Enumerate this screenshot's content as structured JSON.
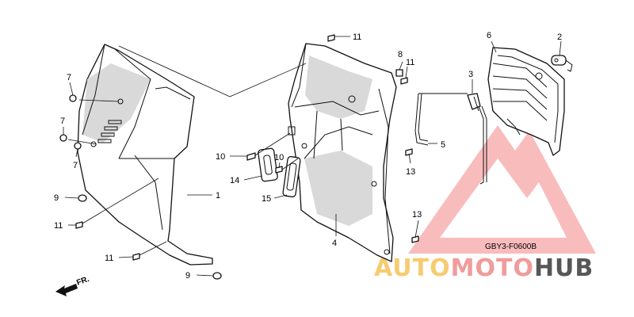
{
  "diagram": {
    "code": "GBY3-F0600B",
    "direction_label": "FR.",
    "watermark": {
      "part1": "AUTO",
      "part2": "MOTO",
      "part3": "HUB",
      "colors": {
        "auto": "#f6c35a",
        "moto": "#ef8a8a",
        "hub": "#3a3a3a",
        "triangle": "#ef4f4f"
      }
    },
    "callouts": {
      "c1": "1",
      "c2": "2",
      "c3": "3",
      "c4": "4",
      "c5": "5",
      "c6": "6",
      "c7a": "7",
      "c7b": "7",
      "c7c": "7",
      "c8": "8",
      "c9a": "9",
      "c9b": "9",
      "c10a": "10",
      "c10b": "10",
      "c11a": "11",
      "c11b": "11",
      "c11c": "11",
      "c11d": "11",
      "c13a": "13",
      "c13b": "13",
      "c14": "14",
      "c15": "15"
    }
  }
}
